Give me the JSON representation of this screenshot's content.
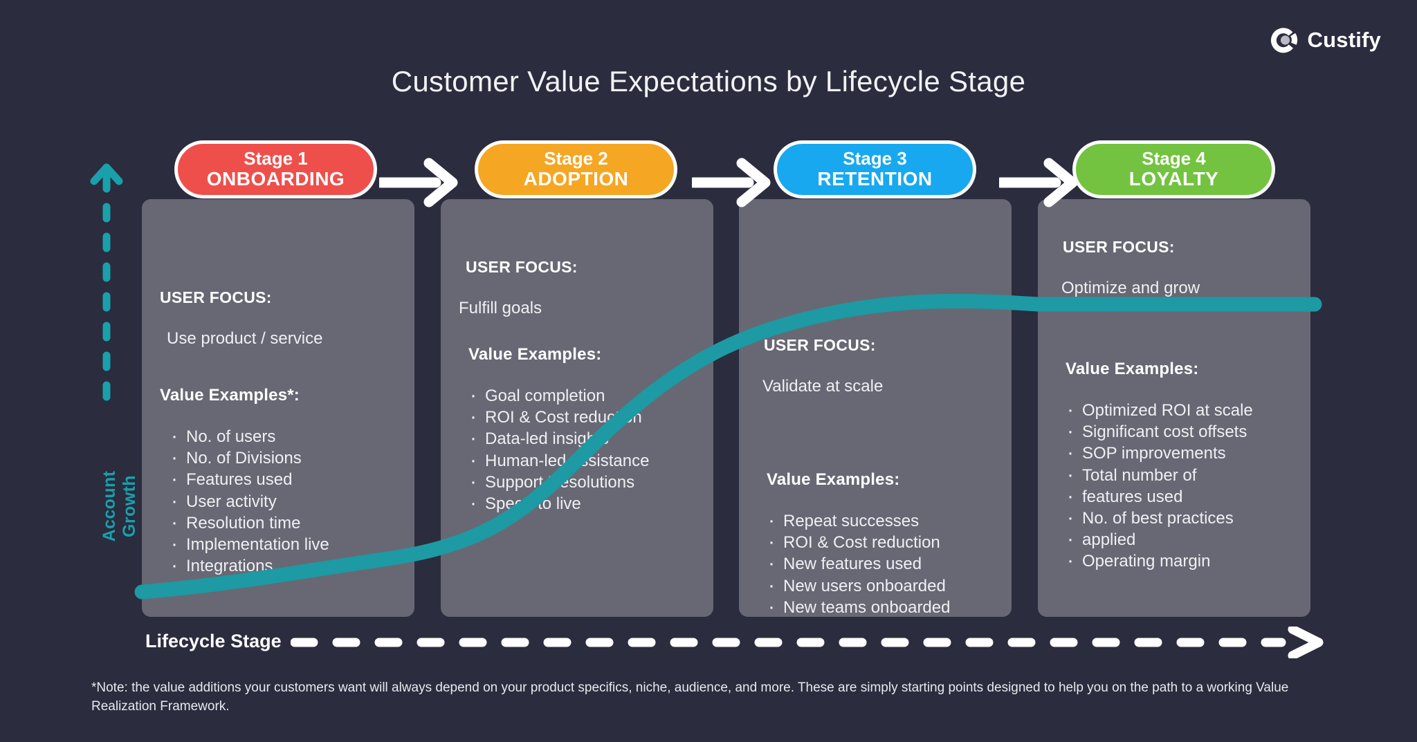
{
  "brand": {
    "name": "Custify",
    "logo_icon": "custify-logo-icon"
  },
  "header": {
    "title": "Customer Value Expectations by Lifecycle Stage"
  },
  "axes": {
    "y_label": "Account Growth",
    "x_label": "Lifecycle Stage",
    "y_axis_color": "#19a0ab",
    "x_axis_color": "#ffffff"
  },
  "colors": {
    "background": "#2b2c3e",
    "panel": "#676874",
    "curve": "#1d9aa3",
    "stage1": "#ef4f4b",
    "stage2": "#f5a623",
    "stage3": "#18a8ef",
    "stage4": "#73c341"
  },
  "stages": [
    {
      "badge_top": "Stage 1",
      "badge_bottom": "ONBOARDING",
      "color": "#ef4f4b",
      "focus_label": "USER FOCUS:",
      "focus_text": "Use product / service",
      "examples_label": "Value Examples*:",
      "examples": [
        "No. of users",
        "No. of Divisions",
        "Features used",
        "User activity",
        "Resolution time",
        "Implementation live",
        "Integrations"
      ]
    },
    {
      "badge_top": "Stage 2",
      "badge_bottom": "ADOPTION",
      "color": "#f5a623",
      "focus_label": "USER FOCUS:",
      "focus_text": "Fulfill goals",
      "examples_label": "Value Examples:",
      "examples": [
        "Goal completion",
        "ROI & Cost reduction",
        "Data-led insights",
        "Human-led assistance",
        "Support Resolutions",
        "Speed to live"
      ]
    },
    {
      "badge_top": "Stage 3",
      "badge_bottom": "RETENTION",
      "color": "#18a8ef",
      "focus_label": "USER FOCUS:",
      "focus_text": "Validate at scale",
      "examples_label": "Value Examples:",
      "examples": [
        "Repeat successes",
        "ROI & Cost reduction",
        "New features used",
        "New users onboarded",
        "New teams onboarded"
      ]
    },
    {
      "badge_top": "Stage 4",
      "badge_bottom": "LOYALTY",
      "color": "#73c341",
      "focus_label": "USER FOCUS:",
      "focus_text": "Optimize and grow",
      "examples_label": "Value Examples:",
      "examples": [
        "Optimized ROI at scale",
        "Significant cost offsets",
        "SOP improvements",
        "Total number of",
        "features used",
        "No. of best practices",
        "applied",
        "Operating margin"
      ]
    }
  ],
  "footnote": "*Note: the value additions your customers want will always depend on your product specifics, niche, audience, and more. These are simply starting points designed to help you on the path to a working Value Realization Framework.",
  "chart_data": {
    "type": "line",
    "title": "Customer Value Expectations by Lifecycle Stage",
    "xlabel": "Lifecycle Stage",
    "ylabel": "Account Growth",
    "categories": [
      "Stage 1 ONBOARDING",
      "Stage 2 ADOPTION",
      "Stage 3 RETENTION",
      "Stage 4 LOYALTY"
    ],
    "series": [
      {
        "name": "Account Growth",
        "values": [
          8,
          26,
          70,
          95
        ]
      }
    ],
    "x": [
      0,
      0.5,
      1,
      1.5,
      2,
      2.5,
      3,
      3.5,
      4
    ],
    "y": [
      5,
      10,
      22,
      30,
      55,
      78,
      90,
      95,
      96
    ],
    "ylim": [
      0,
      100
    ],
    "grid": false,
    "legend": "none",
    "annotation": "S-shaped growth curve rising left-to-right across the four lifecycle stages"
  }
}
